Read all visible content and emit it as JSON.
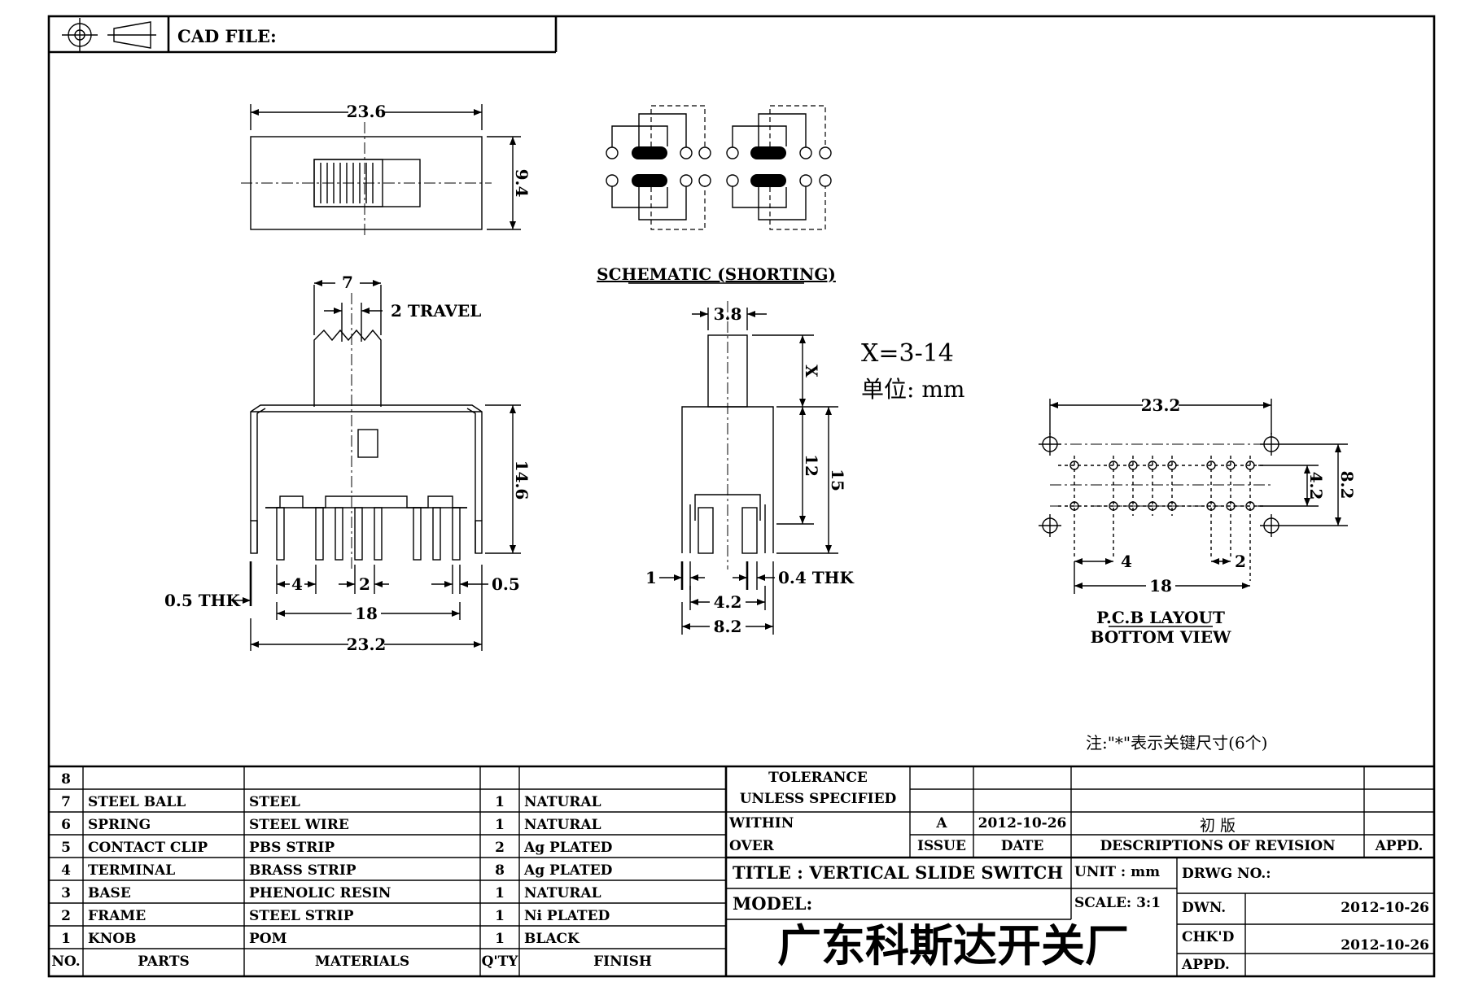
{
  "header": {
    "cad_file_label": "CAD FILE:"
  },
  "top_view": {
    "width_dim": "23.6",
    "height_dim": "9.4"
  },
  "schematic": {
    "title": "SCHEMATIC (SHORTING)"
  },
  "front_view": {
    "knob_width_dim": "7",
    "travel_label": "2 TRAVEL",
    "body_height_dim": "14.6",
    "thk_label": "0.5 THK",
    "pitch_4": "4",
    "pitch_2": "2",
    "pin_span": "18",
    "body_width": "23.2",
    "pin_width": "0.5"
  },
  "side_view": {
    "knob_dim": "3.8",
    "x_dim": "X",
    "dim_12": "12",
    "dim_15": "15",
    "dim_1": "1",
    "thk_label": "0.4 THK",
    "dim_42": "4.2",
    "dim_82": "8.2"
  },
  "note_x": "X=3-14",
  "note_unit": "单位: mm",
  "pcb": {
    "width_dim": "23.2",
    "dim_42": "4.2",
    "dim_82": "8.2",
    "pitch_4": "4",
    "pitch_2": "2",
    "span_18": "18",
    "title": "P.C.B LAYOUT",
    "subtitle": "BOTTOM VIEW"
  },
  "footnote": "注:\"*\"表示关键尺寸(6个)",
  "bom": {
    "rows": [
      {
        "no": "8",
        "part": "",
        "material": "",
        "qty": "",
        "finish": ""
      },
      {
        "no": "7",
        "part": "STEEL BALL",
        "material": "STEEL",
        "qty": "1",
        "finish": "NATURAL"
      },
      {
        "no": "6",
        "part": "SPRING",
        "material": "STEEL WIRE",
        "qty": "1",
        "finish": "NATURAL"
      },
      {
        "no": "5",
        "part": "CONTACT CLIP",
        "material": "PBS STRIP",
        "qty": "2",
        "finish": "Ag PLATED"
      },
      {
        "no": "4",
        "part": "TERMINAL",
        "material": "BRASS STRIP",
        "qty": "8",
        "finish": "Ag PLATED"
      },
      {
        "no": "3",
        "part": "BASE",
        "material": "PHENOLIC RESIN",
        "qty": "1",
        "finish": "NATURAL"
      },
      {
        "no": "2",
        "part": "FRAME",
        "material": "STEEL STRIP",
        "qty": "1",
        "finish": "Ni PLATED"
      },
      {
        "no": "1",
        "part": "KNOB",
        "material": "POM",
        "qty": "1",
        "finish": "BLACK"
      }
    ],
    "headers": {
      "no": "NO.",
      "part": "PARTS",
      "material": "MATERIALS",
      "qty": "Q'TY",
      "finish": "FINISH"
    }
  },
  "title_block": {
    "tolerance_1": "TOLERANCE",
    "tolerance_2": "UNLESS  SPECIFIED",
    "within": "WITHIN",
    "over": "OVER",
    "issue_value": "A",
    "date_value": "2012-10-26",
    "revision_value": "初  版",
    "issue_label": "ISSUE",
    "date_label": "DATE",
    "desc_label": "DESCRIPTIONS OF REVISION",
    "appd_label": "APPD.",
    "title": "TITLE :  VERTICAL SLIDE SWITCH",
    "unit": "UNIT :  mm",
    "drwg_no": "DRWG NO.:",
    "model": "MODEL:",
    "scale": "SCALE:  3:1",
    "dwn": "DWN.",
    "dwn_date": "2012-10-26",
    "chkd": "CHK'D",
    "chkd_date": "2012-10-26",
    "appd2": "APPD.",
    "company": "广东科斯达开关厂"
  }
}
